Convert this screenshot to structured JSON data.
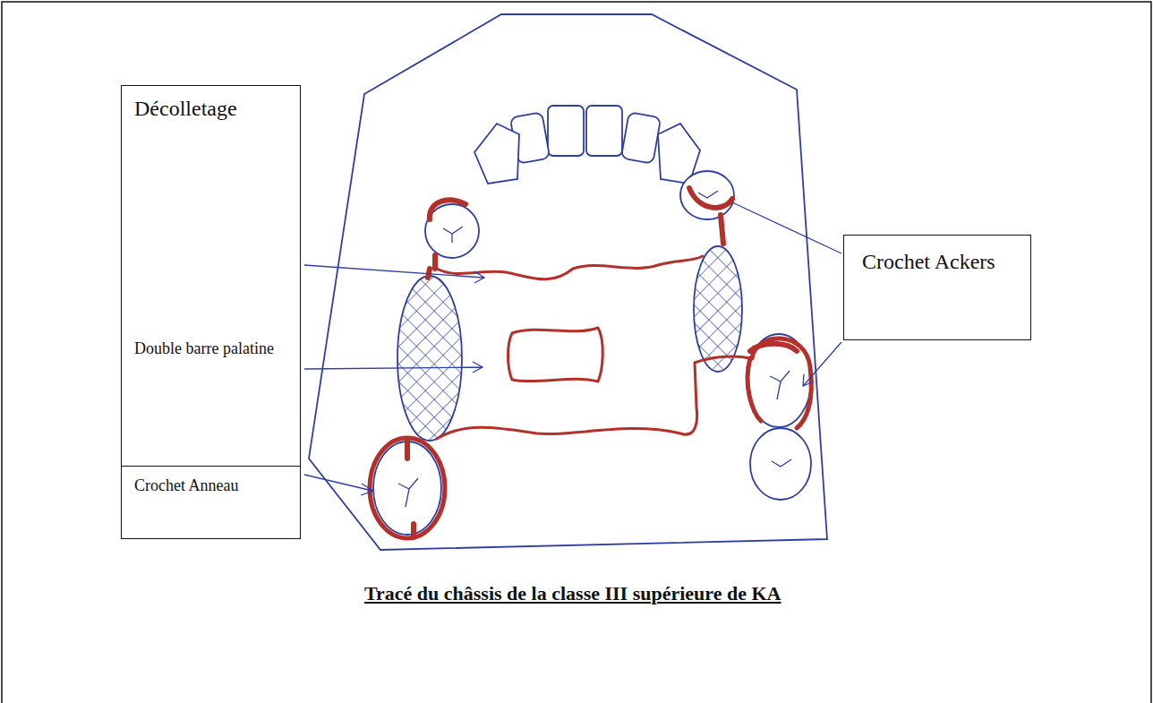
{
  "diagram": {
    "caption": "Tracé du châssis de la classe III supérieure de KA",
    "nodes": [
      {
        "text": [
          "Décolletage",
          "Double barre palatine"
        ]
      },
      {
        "text": [
          "Crochet Anneau"
        ]
      },
      {
        "text": [
          "Crochet Ackers"
        ]
      }
    ]
  }
}
